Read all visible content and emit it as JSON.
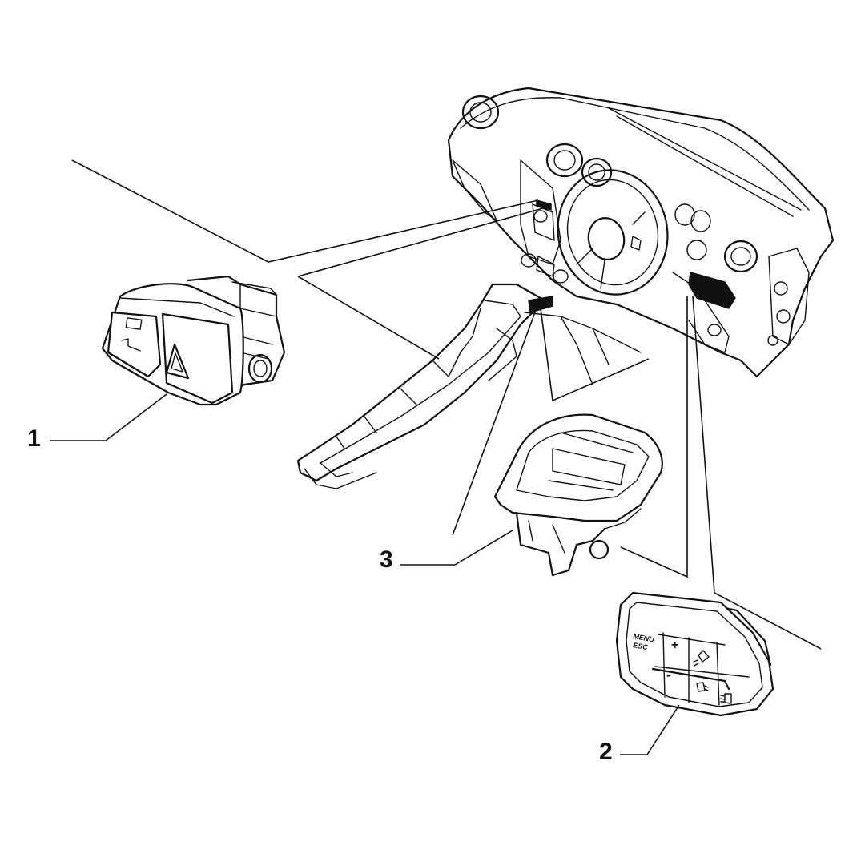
{
  "callouts": [
    {
      "id": "1",
      "label": "1"
    },
    {
      "id": "2",
      "label": "2"
    },
    {
      "id": "3",
      "label": "3"
    }
  ],
  "part2_buttons": {
    "menu_line1": "MENU",
    "menu_line2": "ESC",
    "plus": "+",
    "minus": "-"
  },
  "icons": {
    "part1_left_button": "door-lock-icon",
    "part1_right_button": "hazard-triangle-icon",
    "part2_button_a": "rear-fog-light-icon",
    "part2_button_b": "headlight-leveling-icon",
    "part2_button_c": "front-fog-light-icon"
  },
  "colors": {
    "ink": "#111111",
    "background": "#ffffff"
  }
}
